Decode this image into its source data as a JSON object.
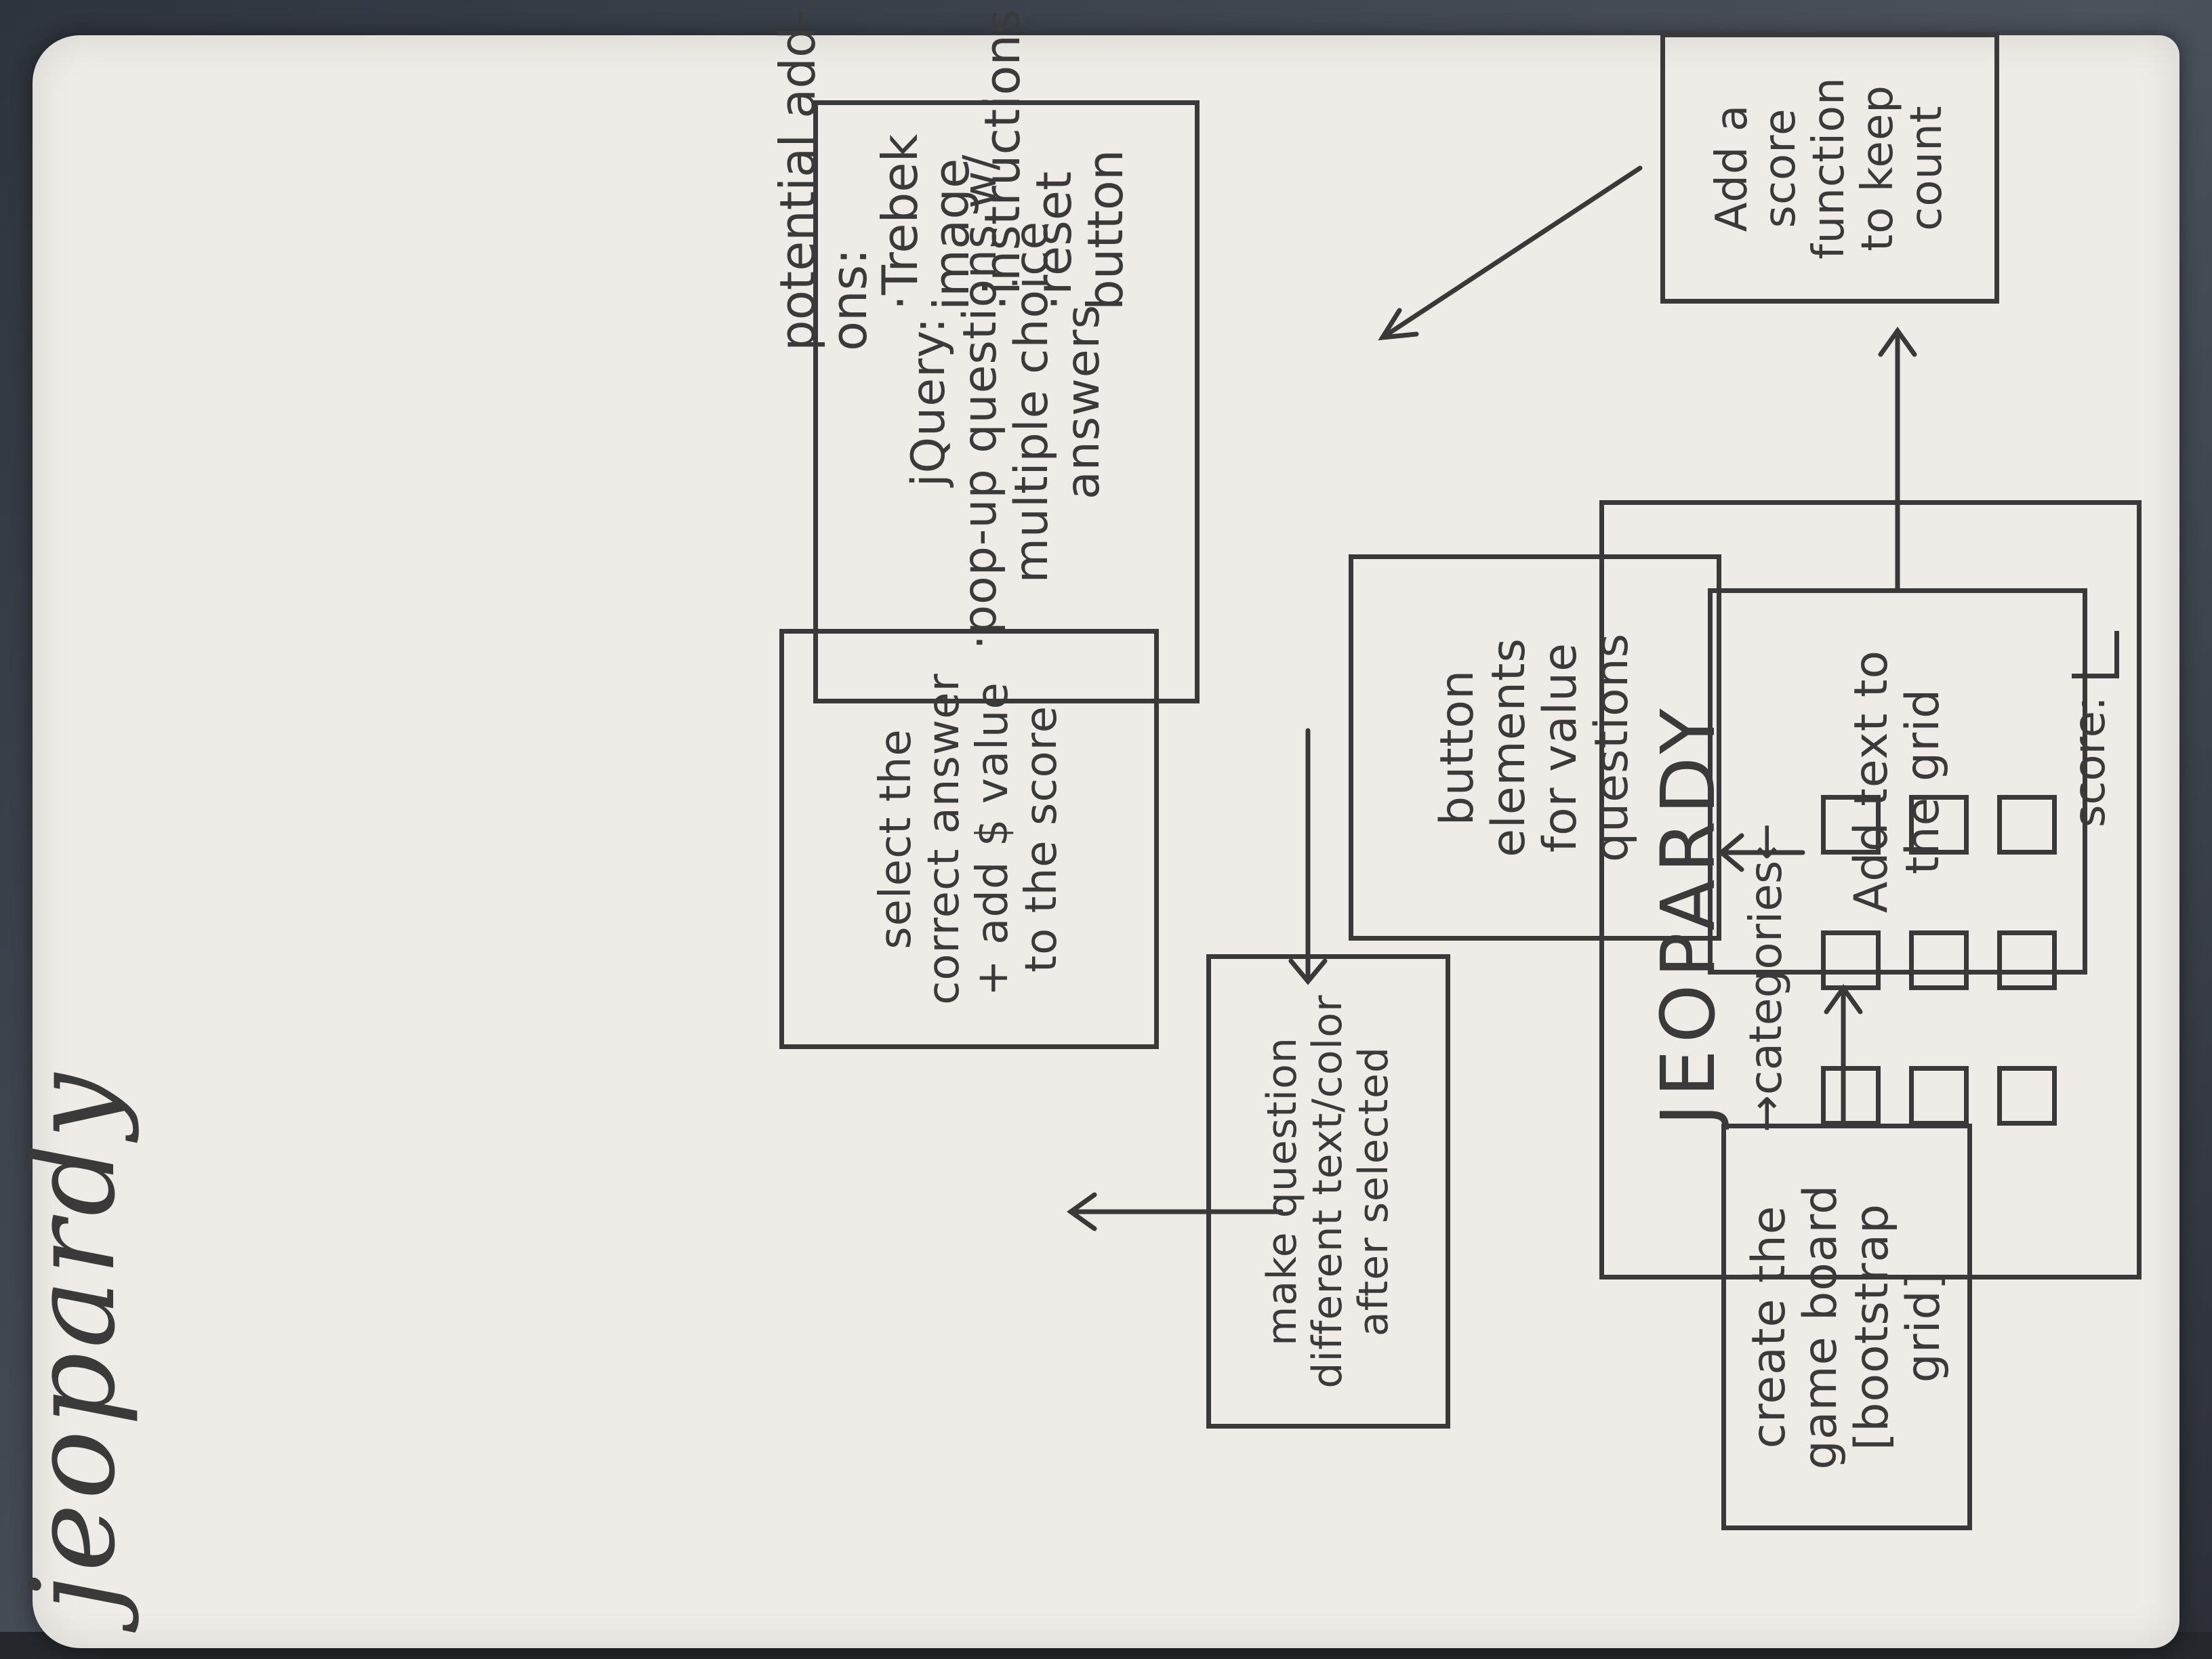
{
  "title": "jeopardy",
  "boxes": {
    "create_board": "create the\ngame board\n[bootstrap grid]",
    "add_text": "Add text to\nthe grid",
    "score_function": "Add a\nscore\nfunction\nto keep\ncount",
    "button_elements": "button elements\nfor value\nquestions",
    "jquery": "jQuery:\n·pop-up questions w/\nmultiple choice answers",
    "select_answer": "select the\ncorrect answer\n+ add $ value\nto the score",
    "make_question": "make question\ndifferent text/color\nafter selected"
  },
  "addons": {
    "heading": "potential add-ons:",
    "items": [
      "·Trebek image",
      "·instructions",
      "·reset button"
    ]
  },
  "wireframe": {
    "title": "JEOPARDY",
    "categories_label": "→categories←",
    "score_label": "score:"
  }
}
